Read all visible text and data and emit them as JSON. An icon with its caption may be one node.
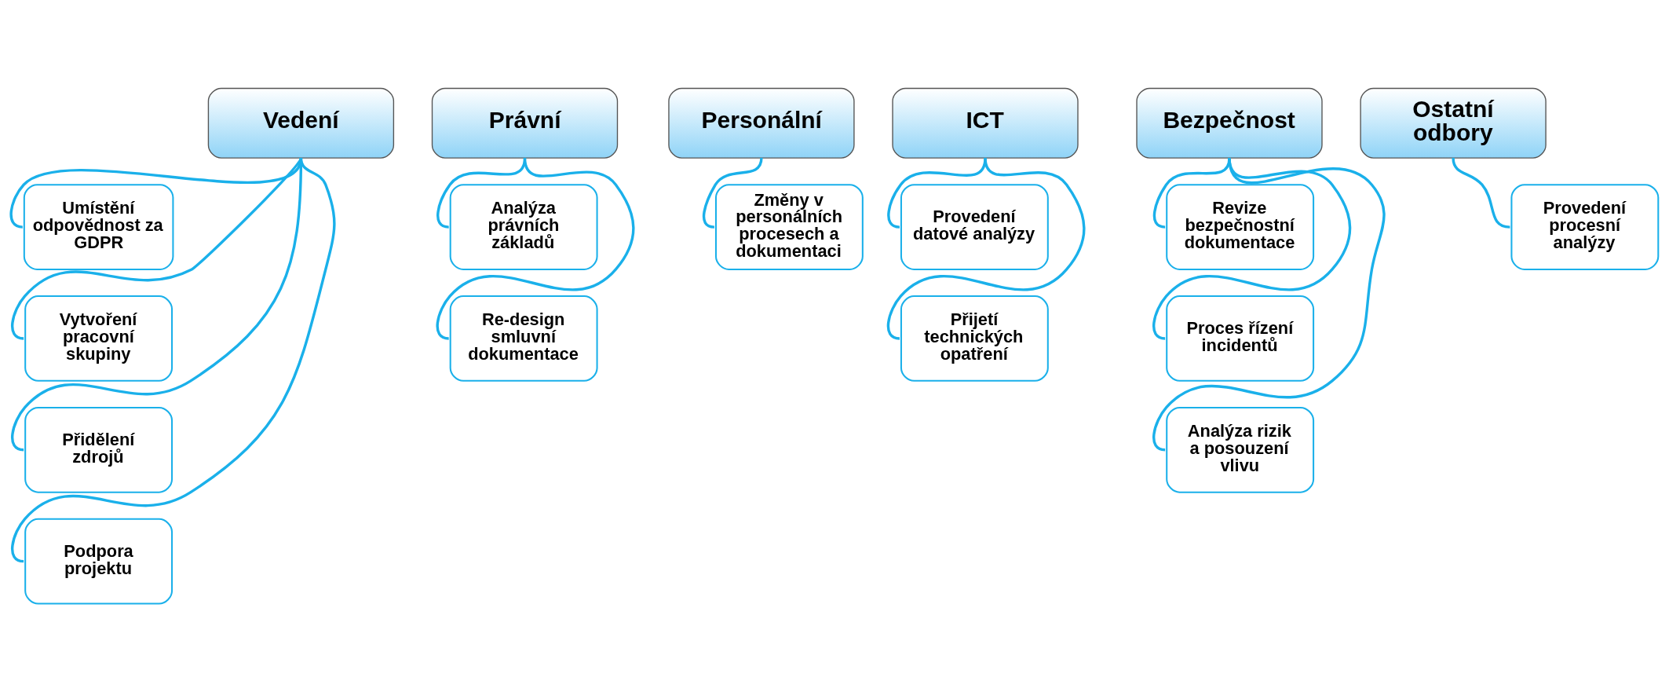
{
  "diagram": {
    "nodes": [
      {
        "text": [
          "Vedení"
        ]
      },
      {
        "text": [
          "Umístění odpovědnost za GDPR"
        ]
      },
      {
        "text": [
          "Vytvoření pracovní skupiny"
        ]
      },
      {
        "text": [
          "Přidělení zdrojů"
        ]
      },
      {
        "text": [
          "Podpora projektu"
        ]
      },
      {
        "text": [
          "Právní"
        ]
      },
      {
        "text": [
          "Analýza právních základů"
        ]
      },
      {
        "text": [
          "Re-design smluvní dokumentace"
        ]
      },
      {
        "text": [
          "Personální"
        ]
      },
      {
        "text": [
          "Změny v personálních procesech a dokumentaci"
        ]
      },
      {
        "text": [
          "ICT"
        ]
      },
      {
        "text": [
          "Provedení datové analýzy"
        ]
      },
      {
        "text": [
          "Přijetí technických opatření"
        ]
      },
      {
        "text": [
          "Bezpečnost"
        ]
      },
      {
        "text": [
          "Revize bezpečnostní dokumentace"
        ]
      },
      {
        "text": [
          "Proces řízení incidentů"
        ]
      },
      {
        "text": [
          "Analýza rizik a posouzení vlivu"
        ]
      },
      {
        "text": [
          "Ostatní odbory"
        ]
      },
      {
        "text": [
          "Provedení procesní analýzy"
        ]
      }
    ],
    "edges": [
      {
        "from": 0,
        "to": 1,
        "arrow": "none"
      },
      {
        "from": 0,
        "to": 2,
        "arrow": "none"
      },
      {
        "from": 0,
        "to": 3,
        "arrow": "none"
      },
      {
        "from": 0,
        "to": 4,
        "arrow": "none"
      },
      {
        "from": 5,
        "to": 6,
        "arrow": "none"
      },
      {
        "from": 5,
        "to": 7,
        "arrow": "none"
      },
      {
        "from": 8,
        "to": 9,
        "arrow": "none"
      },
      {
        "from": 10,
        "to": 11,
        "arrow": "none"
      },
      {
        "from": 10,
        "to": 12,
        "arrow": "none"
      },
      {
        "from": 13,
        "to": 14,
        "arrow": "none"
      },
      {
        "from": 13,
        "to": 15,
        "arrow": "none"
      },
      {
        "from": 13,
        "to": 16,
        "arrow": "none"
      },
      {
        "from": 17,
        "to": 18,
        "arrow": "none"
      }
    ]
  }
}
